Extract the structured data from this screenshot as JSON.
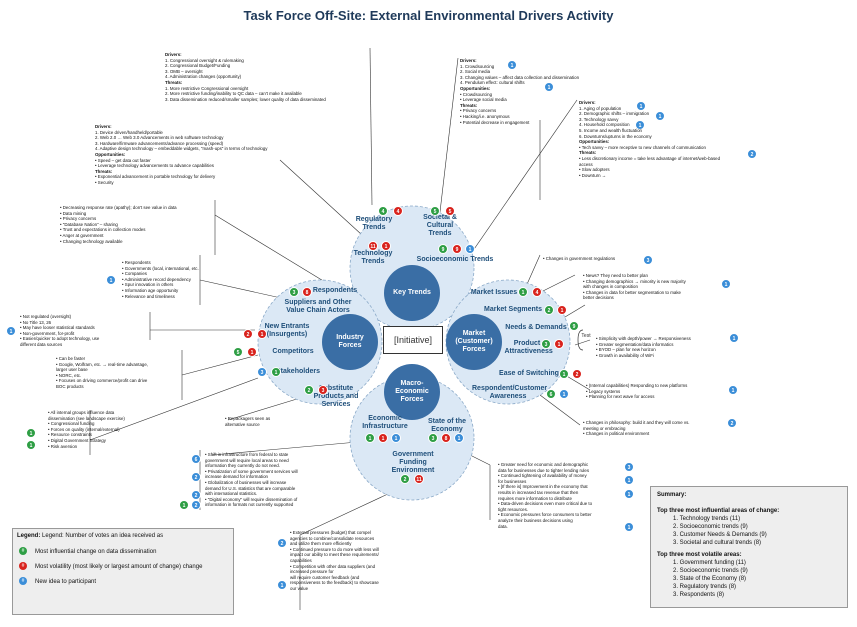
{
  "title": "Task Force Off-Site:  External Environmental Drivers Activity",
  "colors": {
    "green": "#2e9e44",
    "red": "#d9231d",
    "blue": "#3b8ed8",
    "hub": "#3a6ea5",
    "ring": "#dbe8f5"
  },
  "center_label": "[Initiative]",
  "hubs": {
    "key_trends": "Key Trends",
    "industry_forces": "Industry Forces",
    "market_forces": "Market (Customer) Forces",
    "macro_forces": "Macro-Economic Forces"
  },
  "nodes": {
    "regulatory_trends": "Regulatory Trends",
    "societal_trends": "Societal & Cultural Trends",
    "technology_trends": "Technology Trends",
    "socioeconomic_trends": "Socioeconomic Trends",
    "respondents": "Respondents",
    "suppliers": "Suppliers and Other Value Chain Actors",
    "new_entrants": "New Entrants (Insurgents)",
    "competitors": "Competitors",
    "stakeholders": "Stakeholders",
    "substitute": "Substitute Products and Services",
    "market_issues": "Market Issues",
    "market_segments": "Market Segments",
    "needs_demands": "Needs & Demands",
    "product_attractiveness": "Product Attractiveness",
    "ease_of_switching": "Ease of Switching",
    "respondent_awareness": "Respondent/Customer Awareness",
    "economic_infrastructure": "Economic Infrastructure",
    "state_of_economy": "State of the Economy",
    "gov_funding": "Government Funding Environment",
    "test": "Test"
  },
  "notes": {
    "regulatory": [
      {
        "t": "Drivers:",
        "k": "hd"
      },
      {
        "t": "1. Congressional oversight & rulemaking",
        "k": "n"
      },
      {
        "t": "2. Congressional Budget/Funding",
        "k": "n"
      },
      {
        "t": "3. OMB – oversight",
        "k": "n"
      },
      {
        "t": "4. Administration changes (opportunity)",
        "k": "n"
      },
      {
        "t": "Threats:",
        "k": "hd"
      },
      {
        "t": "1. More restrictive Congressional oversight",
        "k": "n"
      },
      {
        "t": "2. More restrictive funding/inability to QC data – can't make it available",
        "k": "n"
      },
      {
        "t": "3. Data dissemination reduced/smaller samples; lower quality of data disseminated",
        "k": "n"
      }
    ],
    "societal": [
      {
        "t": "Drivers:",
        "k": "hd"
      },
      {
        "t": "1. Crowdsourcing",
        "k": "n"
      },
      {
        "t": "2. Social media",
        "k": "n"
      },
      {
        "t": "3. Changing values – affect data collection and dissemination",
        "k": "n"
      },
      {
        "t": "4. Pendulum effect:  cultural shifts",
        "k": "n"
      },
      {
        "t": "Opportunities:",
        "k": "hd"
      },
      {
        "t": "Crowdsourcing",
        "k": "b"
      },
      {
        "t": "Leverage social media",
        "k": "b"
      },
      {
        "t": "Threats:",
        "k": "hd"
      },
      {
        "t": "Privacy concerns",
        "k": "b"
      },
      {
        "t": "Hacking/i.e. anonymous",
        "k": "b"
      },
      {
        "t": "Potential decrease in engagement",
        "k": "b"
      }
    ],
    "socioeconomic": [
      {
        "t": "Drivers:",
        "k": "hd"
      },
      {
        "t": "1. Aging of population",
        "k": "n"
      },
      {
        "t": "2. Demographic shifts – immigration",
        "k": "n"
      },
      {
        "t": "3. Technology savvy",
        "k": "n"
      },
      {
        "t": "4. Household composition",
        "k": "n"
      },
      {
        "t": "5. Income and wealth fluctuation",
        "k": "n"
      },
      {
        "t": "6. Downturns/upturns in the economy",
        "k": "n"
      },
      {
        "t": "Opportunities:",
        "k": "hd"
      },
      {
        "t": "Tech savvy – more receptive to new channels of communication",
        "k": "b"
      },
      {
        "t": "Threats:",
        "k": "hd"
      },
      {
        "t": "Less discretionary income = take less advantage of internet/web-based",
        "k": "b"
      },
      {
        "t": "   access",
        "k": "n"
      },
      {
        "t": "Slow adopters",
        "k": "b"
      },
      {
        "t": "Downturn →",
        "k": "b"
      }
    ],
    "technology": [
      {
        "t": "Drivers:",
        "k": "hd"
      },
      {
        "t": "1. Device driven/handheld/portable",
        "k": "n"
      },
      {
        "t": "2. Web 2.0 … Web 3.0 Advancements in web software technology",
        "k": "n"
      },
      {
        "t": "3. Hardware/firmware advancements/advance processing (speed)",
        "k": "n"
      },
      {
        "t": "4. Adaptive design technology – embeddable widgets, \"mash-ups\" in terms of technology",
        "k": "n"
      },
      {
        "t": "Opportunities:",
        "k": "hd"
      },
      {
        "t": "Speed – get data out faster",
        "k": "b"
      },
      {
        "t": "Leverage technology advancements to advance capabilities",
        "k": "b"
      },
      {
        "t": "Threats:",
        "k": "hd"
      },
      {
        "t": "Exponential advancement in portable technology for delivery",
        "k": "b"
      },
      {
        "t": "Security",
        "k": "b"
      }
    ],
    "respondents_left": [
      {
        "t": "Decreasing response rate (apathy); don't see value in data",
        "k": "b"
      },
      {
        "t": "Data mining",
        "k": "b"
      },
      {
        "t": "Privacy concerns",
        "k": "b"
      },
      {
        "t": "\"Database Nation\" – sharing",
        "k": "b"
      },
      {
        "t": "Trust and expectations in collection modes",
        "k": "b"
      },
      {
        "t": "Anger at government",
        "k": "b"
      },
      {
        "t": "Changing technology available",
        "k": "b"
      }
    ],
    "suppliers_left": [
      {
        "t": "Respondents",
        "k": "b"
      },
      {
        "t": "Governments (local, international, etc.",
        "k": "b"
      },
      {
        "t": "Companies",
        "k": "b"
      },
      {
        "t": "Administrative record dependency",
        "k": "b"
      },
      {
        "t": "Spur innovation in others",
        "k": "b"
      },
      {
        "t": "Information age opportunity",
        "k": "b"
      },
      {
        "t": "Relevance and timeliness",
        "k": "b"
      }
    ],
    "new_entrants_left": [
      {
        "t": "Not regulated (oversight)",
        "k": "b"
      },
      {
        "t": "No Title 13, 26",
        "k": "b"
      },
      {
        "t": "May have looser statistical standards",
        "k": "b"
      },
      {
        "t": "Non-government, for-profit",
        "k": "b"
      },
      {
        "t": "Easier/quicker to adopt technology, use",
        "k": "b"
      },
      {
        "t": "   different data sources",
        "k": "n"
      }
    ],
    "competitors_left": [
      {
        "t": "Can be faster",
        "k": "b"
      },
      {
        "t": "Google, Wolfram, etc. → real-time advantage,",
        "k": "b"
      },
      {
        "t": "   larger user base",
        "k": "n"
      },
      {
        "t": "NORC, etc.",
        "k": "b"
      },
      {
        "t": "Focuses on driving commerce/profit can drive",
        "k": "b"
      },
      {
        "t": "   BOC products",
        "k": "n"
      }
    ],
    "stakeholders_left": [
      {
        "t": "All internal groups influence data",
        "k": "b"
      },
      {
        "t": "   dissemination (see landscape exercise)",
        "k": "n"
      },
      {
        "t": "Congressional funding",
        "k": "b"
      },
      {
        "t": "Forces on quality (internal/external)",
        "k": "b"
      },
      {
        "t": "Resource constraints",
        "k": "b"
      },
      {
        "t": "Digital Government Strategy",
        "k": "b"
      },
      {
        "t": "Risk aversion",
        "k": "b"
      }
    ],
    "substitute": [
      {
        "t": "Repackagers seen as",
        "k": "b"
      },
      {
        "t": "   alternative source",
        "k": "n"
      }
    ],
    "infrastructure": [
      {
        "t": "Shift in infrastructure from federal to state",
        "k": "b"
      },
      {
        "t": "   government will require local areas to need",
        "k": "n"
      },
      {
        "t": "   information they currently do not need.",
        "k": "n"
      },
      {
        "t": "Privatization of some government services will",
        "k": "b"
      },
      {
        "t": "   increase demand for information",
        "k": "n"
      },
      {
        "t": "Globalization of businesses will increase",
        "k": "b"
      },
      {
        "t": "   demand for U.S. statistics that are comparable",
        "k": "n"
      },
      {
        "t": "   with international statistics.",
        "k": "n"
      },
      {
        "t": "\"Digital economy\" will require dissemination of",
        "k": "b"
      },
      {
        "t": "   information in formats not currently supported",
        "k": "n"
      }
    ],
    "funding": [
      {
        "t": "External pressures (budget) that compel",
        "k": "b"
      },
      {
        "t": "   agencies to combine/consolidate resources",
        "k": "n"
      },
      {
        "t": "   and utilize them more efficiently",
        "k": "n"
      },
      {
        "t": "Continued pressure to do more with less will",
        "k": "b"
      },
      {
        "t": "   impact our ability to meet these requirements/",
        "k": "n"
      },
      {
        "t": "   capabilities",
        "k": "n"
      },
      {
        "t": "Competition with other data suppliers (and",
        "k": "b"
      },
      {
        "t": "   increased pressure for",
        "k": "n"
      },
      {
        "t": "   will require customer feedback (and",
        "k": "n"
      },
      {
        "t": "   responsiveness to the feedback) to showcase",
        "k": "n"
      },
      {
        "t": "   our value",
        "k": "n"
      }
    ],
    "economy": [
      {
        "t": "Greater need for economic and demographic",
        "k": "b"
      },
      {
        "t": "   data for businesses due to tighter lending rules",
        "k": "n"
      },
      {
        "t": "Continued tightening of availability of money",
        "k": "b"
      },
      {
        "t": "   for businesses",
        "k": "n"
      },
      {
        "t": "[If there is] Improvement in the economy that",
        "k": "b"
      },
      {
        "t": "   results in increased tax revenue that then",
        "k": "n"
      },
      {
        "t": "   requires more information to distribute",
        "k": "n"
      },
      {
        "t": "Data-driven decisions even more critical due to",
        "k": "b"
      },
      {
        "t": "   tight resources.",
        "k": "n"
      },
      {
        "t": "Economic pressures force consumers to better",
        "k": "b"
      },
      {
        "t": "   analyze their business decisions using",
        "k": "n"
      },
      {
        "t": "   data.",
        "k": "n"
      }
    ],
    "market_issues": [
      {
        "t": "Changes in government regulations",
        "k": "b"
      }
    ],
    "market_segments": [
      {
        "t": "News?  They need to better plan",
        "k": "b"
      },
      {
        "t": "Changing demographics → minority is new majority",
        "k": "b"
      },
      {
        "t": "   with changes in composition",
        "k": "n"
      },
      {
        "t": "Changes in data for better segmentation to make",
        "k": "b"
      },
      {
        "t": "   better decisions",
        "k": "n"
      }
    ],
    "product": [
      {
        "t": "Simplicity with depth/power → Responsiveness",
        "k": "b"
      },
      {
        "t": "Greater segmentation/data informatics",
        "k": "b"
      },
      {
        "t": "BYOD – plan for new horizon",
        "k": "b"
      },
      {
        "t": "Growth in availability of WiFi",
        "k": "b"
      }
    ],
    "switching": [
      {
        "t": "(Internal capabilities) Responding to new platforms",
        "k": "b"
      },
      {
        "t": "Legacy systems",
        "k": "b"
      },
      {
        "t": "Planning for next wave for access",
        "k": "b"
      }
    ],
    "awareness": [
      {
        "t": "Changes in philosophy: build it and they will come vs.",
        "k": "b"
      },
      {
        "t": "   meeting or embracing",
        "k": "n"
      },
      {
        "t": "Changes in political environment",
        "k": "b"
      }
    ]
  },
  "legend": {
    "title": "Legend:  Number of votes an idea received as",
    "items": [
      {
        "label": "Most influential change on data dissemination",
        "color": "#2e9e44",
        "mark": "#"
      },
      {
        "label": "Most volatility (most likely or largest amount of change) change",
        "color": "#d9231d",
        "mark": "#"
      },
      {
        "label": "New idea to participant",
        "color": "#3b8ed8",
        "mark": "#"
      }
    ]
  },
  "summary": {
    "title": "Summary:",
    "h1": "Top three most influential areas of change:",
    "list1": [
      "1. Technology trends (11)",
      "2. Socioeconomic trends (9)",
      "3. Customer Needs & Demands (9)",
      "3. Societal and cultural trends (8)"
    ],
    "h2": "Top three most volatile areas:",
    "list2": [
      "1. Government funding (11)",
      "2. Socioeconomic trends (9)",
      "3. State of the Economy (8)",
      "3. Regulatory trends (8)",
      "3. Respondents (8)"
    ]
  }
}
